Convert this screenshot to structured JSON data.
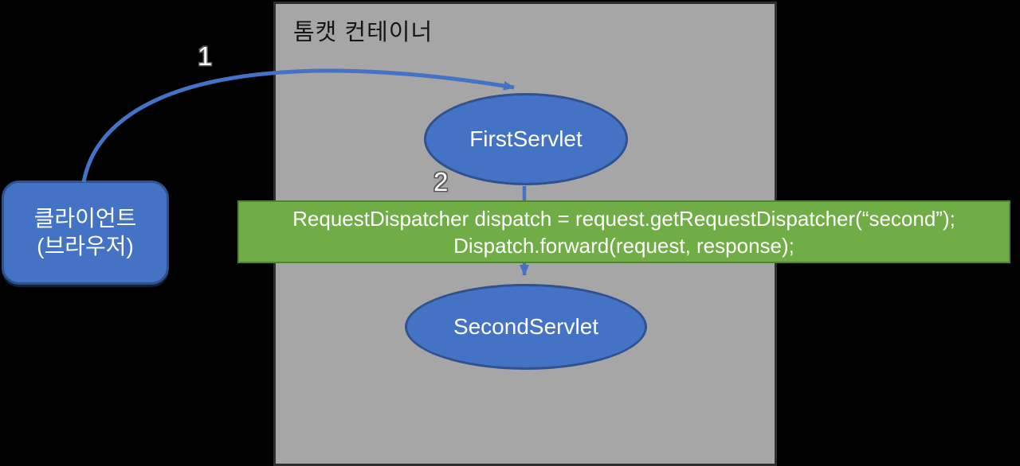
{
  "diagram": {
    "container_title": "톰캣 컨테이너",
    "client": {
      "line1": "클라이언트",
      "line2": "(브라우저)"
    },
    "nodes": {
      "first_servlet": "FirstServlet",
      "second_servlet": "SecondServlet"
    },
    "code_box": {
      "line1": "RequestDispatcher dispatch = request.getRequestDispatcher(“second”);",
      "line2": "Dispatch.forward(request, response);"
    },
    "step_labels": {
      "step1": "1",
      "step2": "2"
    },
    "colors": {
      "node_fill": "#4472C4",
      "node_border": "#2F528F",
      "container_fill": "#A6A6A6",
      "container_border": "#2E2E2E",
      "code_fill": "#70AD47",
      "code_border": "#538135",
      "arrow": "#4472C4",
      "title_text": "#161616",
      "shape_text": "#FFFFFF",
      "background": "#000000"
    }
  }
}
